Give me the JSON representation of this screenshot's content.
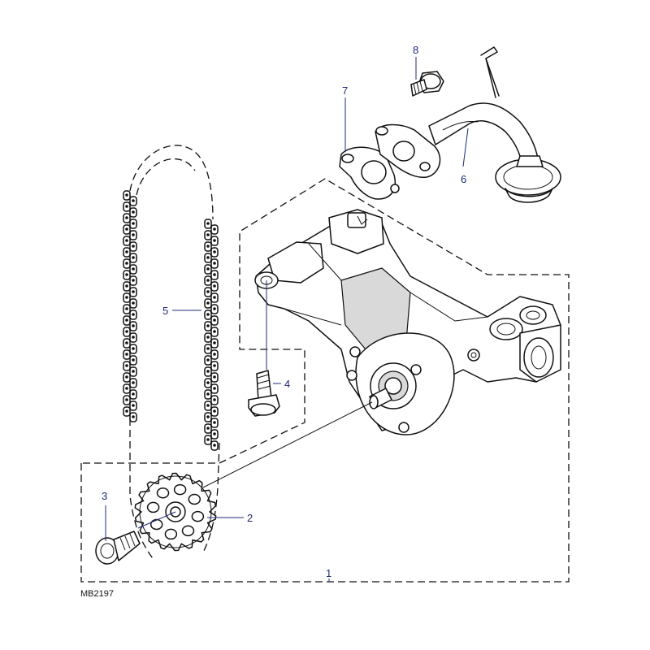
{
  "diagram": {
    "reference_code": "MB2197",
    "callouts": [
      {
        "id": "1",
        "label": "1"
      },
      {
        "id": "2",
        "label": "2"
      },
      {
        "id": "3",
        "label": "3"
      },
      {
        "id": "4",
        "label": "4"
      },
      {
        "id": "5",
        "label": "5"
      },
      {
        "id": "6",
        "label": "6"
      },
      {
        "id": "7",
        "label": "7"
      },
      {
        "id": "8",
        "label": "8"
      }
    ]
  },
  "colors": {
    "background": "#f2f2f2",
    "ink": "#111111",
    "callout_text": "#1e2a78",
    "shading": "#d9d9d9"
  }
}
